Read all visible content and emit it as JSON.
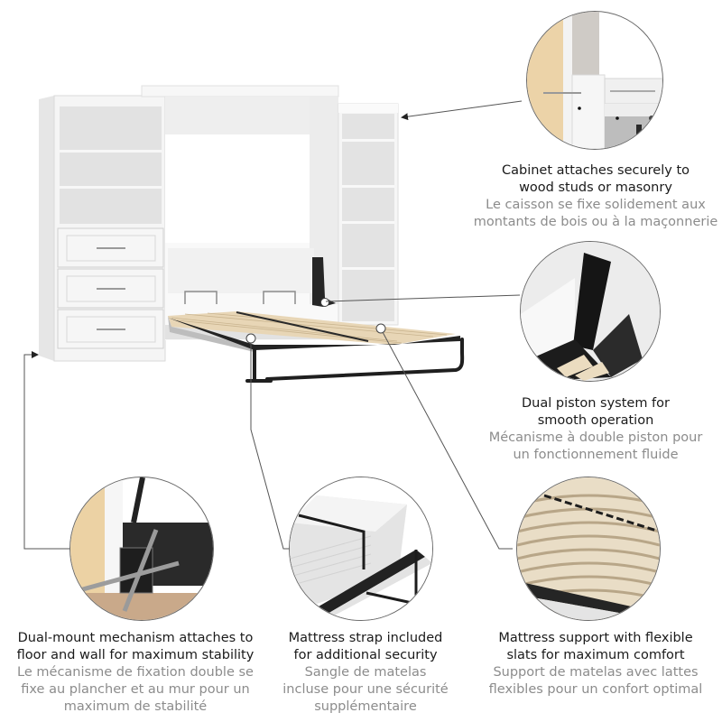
{
  "features": [
    {
      "id": "cabinet-attach",
      "title": "Cabinet attaches securely to\nwood studs or masonry",
      "subtitle": "Le caisson se fixe solidement aux\nmontants de bois ou à la maçonnerie"
    },
    {
      "id": "dual-piston",
      "title": "Dual piston system for\nsmooth operation",
      "subtitle": "Mécanisme à double piston pour\nun fonctionnement fluide"
    },
    {
      "id": "dual-mount",
      "title": "Dual-mount mechanism attaches to\nfloor and wall for maximum stability",
      "subtitle": "Le mécanisme de fixation double se\nfixe au plancher et au mur pour un\nmaximum de stabilité"
    },
    {
      "id": "mattress-strap",
      "title": "Mattress strap included\nfor additional security",
      "subtitle": "Sangle de matelas\nincluse pour une sécurité\nsupplémentaire"
    },
    {
      "id": "slat-support",
      "title": "Mattress support with flexible\nslats for maximum comfort",
      "subtitle": "Support de matelas avec lattes\nflexibles pour un confort optimal"
    }
  ],
  "colors": {
    "title_text": "#1a1a1a",
    "subtitle_text": "#8c8c8c",
    "cabinet_white": "#f4f4f4",
    "cabinet_shadow": "#dcdcdc",
    "slat_wood": "#e6d4b4",
    "frame_black": "#222222",
    "wood_stud": "#e8cfa3",
    "leader_line": "#555555"
  }
}
